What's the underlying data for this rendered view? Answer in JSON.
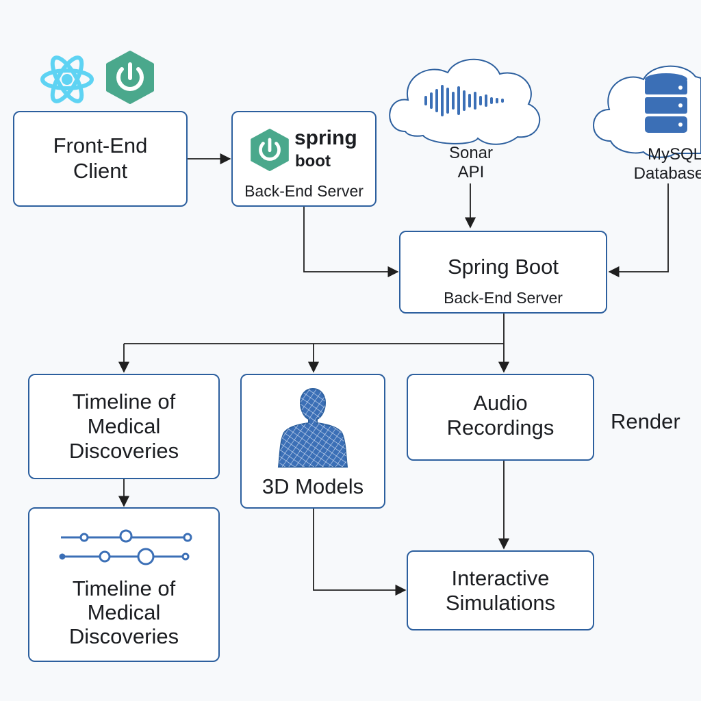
{
  "nodes": {
    "frontend": {
      "title_line1": "Front-End",
      "title_line2": "Client"
    },
    "spring_small": {
      "brand_line1": "spring",
      "brand_line2": "boot",
      "subtitle": "Back-End Server"
    },
    "sonar": {
      "line1": "Sonar",
      "line2": "API"
    },
    "mysql": {
      "line1": "MySQL",
      "line2": "Database"
    },
    "spring_main": {
      "title": "Spring Boot",
      "subtitle": "Back-End Server"
    },
    "timeline": {
      "line1": "Timeline of",
      "line2": "Medical",
      "line3": "Discoveries"
    },
    "models": {
      "label": "3D Models"
    },
    "audio": {
      "line1": "Audio",
      "line2": "Recordings"
    },
    "render": {
      "label": "Render"
    },
    "timeline2": {
      "line1": "Timeline of",
      "line2": "Medical",
      "line3": "Discoveries"
    },
    "interactive": {
      "line1": "Interactive",
      "line2": "Simulations"
    }
  },
  "icons": [
    "react-icon",
    "spring-boot-icon",
    "waveform-icon",
    "database-icon",
    "human-3d-model-icon",
    "timeline-slider-icon"
  ],
  "colors": {
    "box_border": "#2c5f9e",
    "react": "#5ed3f3",
    "spring": "#4aa88c",
    "accent_blue": "#3b6fb6",
    "arrow": "#1f1f1f"
  }
}
